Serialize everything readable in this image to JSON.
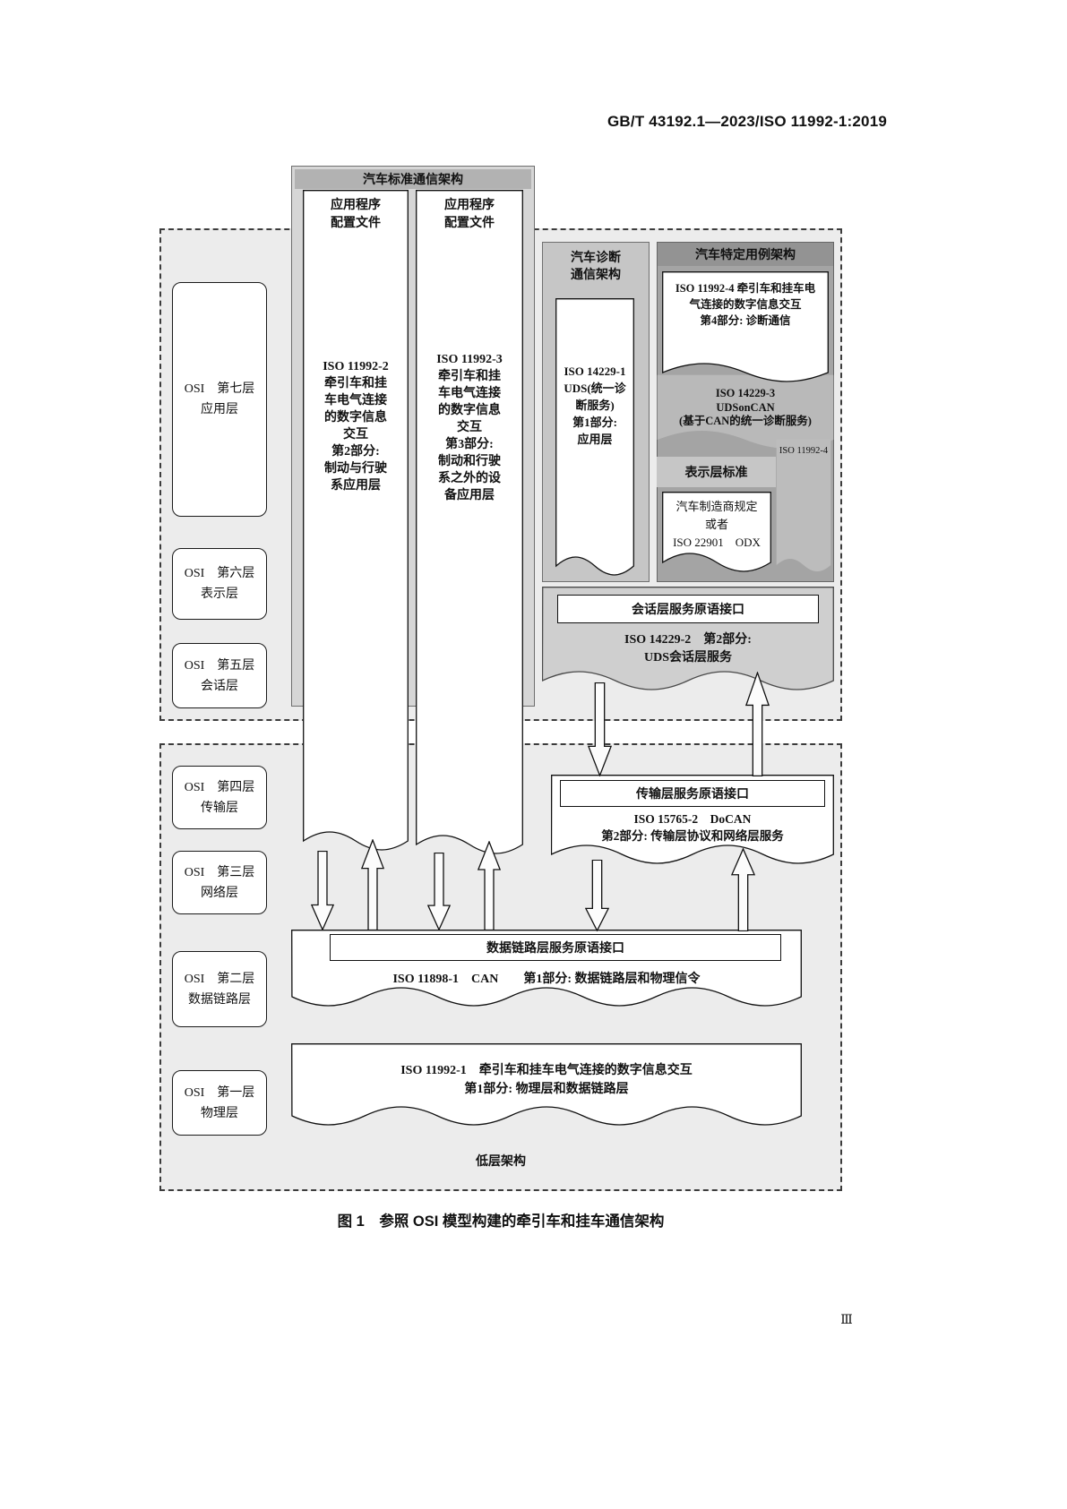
{
  "doc": {
    "header": "GB/T 43192.1—2023/ISO 11992-1:2019",
    "caption": "图 1　参照 OSI 模型构建的牵引车和挂车通信架构",
    "page_number": "Ⅲ"
  },
  "osi_layers": [
    {
      "label": "OSI　第七层\n应用层"
    },
    {
      "label": "OSI　第六层\n表示层"
    },
    {
      "label": "OSI　第五层\n会话层"
    },
    {
      "label": "OSI　第四层\n传输层"
    },
    {
      "label": "OSI　第三层\n网络层"
    },
    {
      "label": "OSI　第二层\n数据链路层"
    },
    {
      "label": "OSI　第一层\n物理层"
    }
  ],
  "standard_panel": {
    "title": "汽车标准通信架构",
    "col_a_header": "应用程序\n配置文件",
    "col_a_body": "ISO 11992-2\n牵引车和挂\n车电气连接\n的数字信息\n交互\n第2部分:\n制动与行驶\n系应用层",
    "col_b_header": "应用程序\n配置文件",
    "col_b_body": "ISO 11992-3\n牵引车和挂\n车电气连接\n的数字信息\n交互\n第3部分:\n制动和行驶\n系之外的设\n备应用层"
  },
  "diagnostic_panel": {
    "title": "汽车诊断\n通信架构",
    "body": "ISO 14229-1\nUDS(统一诊\n断服务)\n第1部分:\n应用层"
  },
  "usecase_panel": {
    "title": "汽车特定用例架构",
    "diag_comm": "ISO 11992-4 牵引车和挂车电\n气连接的数字信息交互\n第4部分: 诊断通信",
    "udsoncan": "ISO 14229-3\nUDSonCAN\n(基于CAN的统一诊断服务)",
    "small_label": "ISO 11992-4",
    "presentation_title": "表示层标准",
    "presentation_body": "汽车制造商规定\n或者\nISO 22901　ODX"
  },
  "session_layer": {
    "interface_title": "会话层服务原语接口",
    "body": "ISO 14229-2　第2部分:\nUDS会话层服务"
  },
  "transport_layer": {
    "interface_title": "传输层服务原语接口",
    "body": "ISO 15765-2　DoCAN\n第2部分: 传输层协议和网络层服务"
  },
  "datalink_layer": {
    "interface_title": "数据链路层服务原语接口",
    "body": "ISO 11898-1　CAN　　第1部分: 数据链路层和物理信令"
  },
  "physical_layer": {
    "body": "ISO 11992-1　牵引车和挂车电气连接的数字信息交互\n第1部分: 物理层和数据链路层"
  },
  "lower_arch_label": "低层架构",
  "colors": {
    "panel_light_gray": "#d6d6d6",
    "panel_medium_gray": "#c6c6c6",
    "panel_dark_gray": "#a4a4a4",
    "title_strip_gray": "#b2b2b2",
    "dashed_region_fill": "#ececec",
    "box_border": "#111111"
  }
}
